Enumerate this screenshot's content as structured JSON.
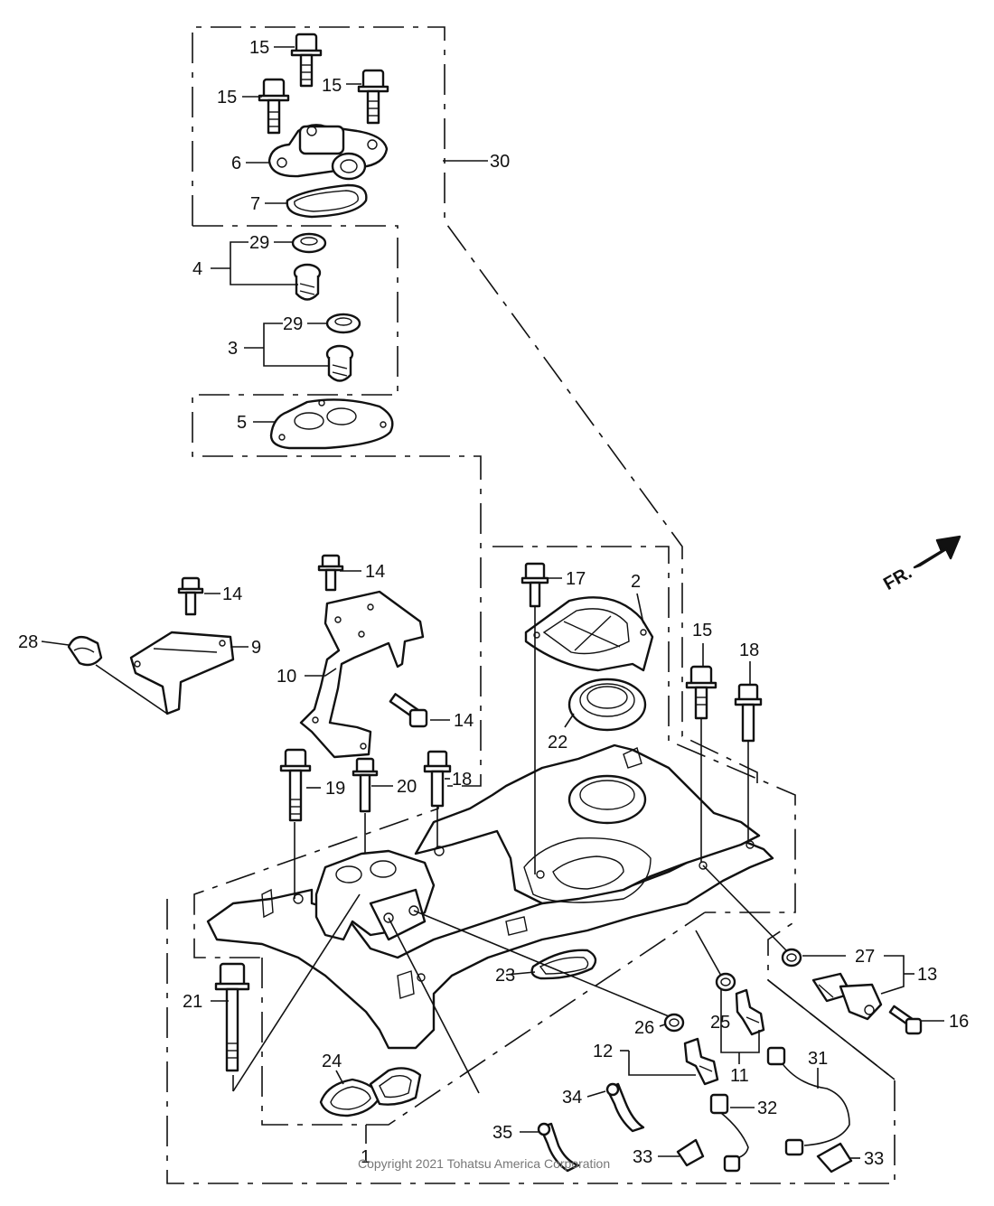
{
  "labels": {
    "p1": "1",
    "p2": "2",
    "p3": "3",
    "p4": "4",
    "p5": "5",
    "p6": "6",
    "p7": "7",
    "p9": "9",
    "p10": "10",
    "p11": "11",
    "p12": "12",
    "p13": "13",
    "p14": "14",
    "p15": "15",
    "p16": "16",
    "p17": "17",
    "p18": "18",
    "p19": "19",
    "p20": "20",
    "p21": "21",
    "p22": "22",
    "p23": "23",
    "p24": "24",
    "p25": "25",
    "p26": "26",
    "p27": "27",
    "p28": "28",
    "p29": "29",
    "p30": "30",
    "p31": "31",
    "p32": "32",
    "p33": "33",
    "p34": "34",
    "p35": "35"
  },
  "front_marker": "FR.",
  "copyright": "Copyright 2021 Tohatsu America Corporation"
}
